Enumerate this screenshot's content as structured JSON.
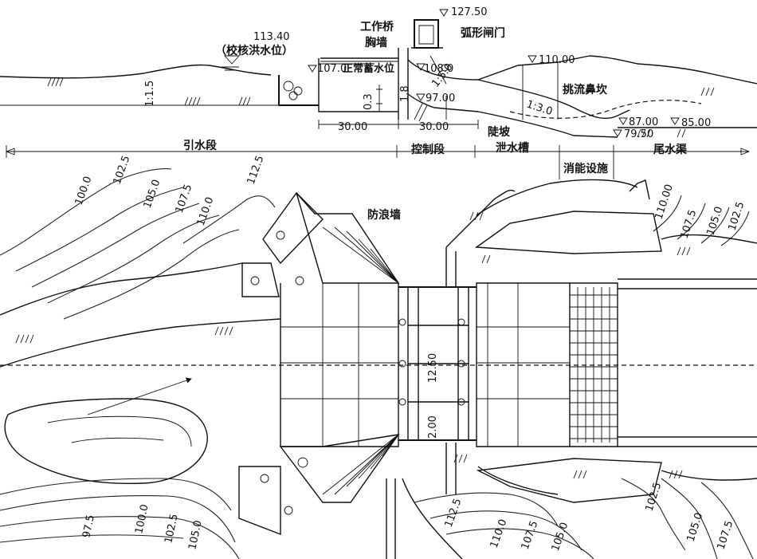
{
  "profile": {
    "elevations": {
      "e127_50": "127.50",
      "e113_40": "113.40",
      "e110_00": "110.00",
      "e107_00": "107.0",
      "e108_0": "108.0",
      "e97_00": "97.00",
      "e87_00": "87.00",
      "e85_00": "85.00",
      "e79_50": "79.50"
    },
    "labels": {
      "design_flood": "（校核洪水位）",
      "normal_level": "正常蓄水位",
      "work_bridge": "工作桥",
      "breast_wall": "胸墙",
      "radial_gate": "弧形闸门",
      "flip_bucket": "挑流鼻坎",
      "steep_slope": "陡坡",
      "chute": "泄水槽"
    },
    "slopes": {
      "s1": "1:1.5",
      "s2": "1:3.0",
      "s3": "1:5.0"
    },
    "small_dims": {
      "d0_3": "0.3",
      "d1_8": "1.8"
    },
    "dims": {
      "d30_left": "30.00",
      "d30_right": "30.00"
    },
    "sections": {
      "intake": "引水段",
      "control": "控制段",
      "energy_dissipation": "消能设施",
      "tailrace": "尾水渠"
    }
  },
  "plan": {
    "labels": {
      "wave_wall": "防浪墙"
    },
    "dims": {
      "bay_width": "12.50",
      "pier_width": "2.00"
    },
    "contours": {
      "top_left": [
        "100.0",
        "102.5",
        "105.0",
        "107.5",
        "110.0",
        "112.5"
      ],
      "top_right": [
        "110.00",
        "107.5",
        "105.0",
        "102.5"
      ],
      "bottom_left": [
        "97.5",
        "100.0",
        "102.5",
        "105.0"
      ],
      "bottom_mid": [
        "112.5",
        "110.0",
        "107.5",
        "105.0"
      ],
      "bottom_right": [
        "102.5",
        "105.0",
        "107.5"
      ]
    }
  }
}
